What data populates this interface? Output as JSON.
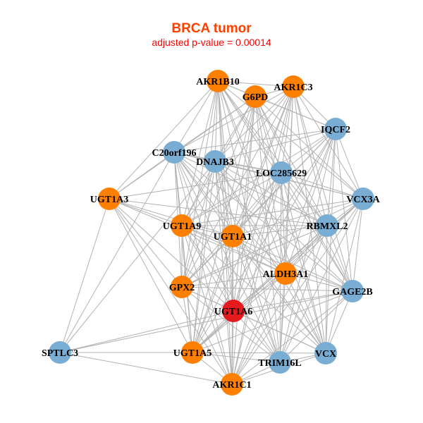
{
  "title": "BRCA tumor",
  "subtitle": "adjusted p-value = 0.00014",
  "colors": {
    "title": "#FF4000",
    "subtitle": "#FF0000",
    "orange": "#FF7F00",
    "blue": "#7AADD3",
    "red": "#E41A1C",
    "edge": "#B3B3B3"
  },
  "nodes": [
    {
      "name": "AKR1B10",
      "group": "orange"
    },
    {
      "name": "G6PD",
      "group": "orange"
    },
    {
      "name": "AKR1C3",
      "group": "orange"
    },
    {
      "name": "IQCF2",
      "group": "blue"
    },
    {
      "name": "C20orf196",
      "group": "blue"
    },
    {
      "name": "DNAJB3",
      "group": "blue"
    },
    {
      "name": "LOC285629",
      "group": "blue"
    },
    {
      "name": "UGT1A3",
      "group": "orange"
    },
    {
      "name": "VCX3A",
      "group": "blue"
    },
    {
      "name": "UGT1A9",
      "group": "orange"
    },
    {
      "name": "RBMXL2",
      "group": "blue"
    },
    {
      "name": "UGT1A1",
      "group": "orange"
    },
    {
      "name": "ALDH3A1",
      "group": "orange"
    },
    {
      "name": "GPX2",
      "group": "orange"
    },
    {
      "name": "GAGE2B",
      "group": "blue"
    },
    {
      "name": "UGT1A6",
      "group": "red"
    },
    {
      "name": "SPTLC3",
      "group": "blue"
    },
    {
      "name": "UGT1A5",
      "group": "orange"
    },
    {
      "name": "TRIM16L",
      "group": "blue"
    },
    {
      "name": "VCX",
      "group": "blue"
    },
    {
      "name": "AKR1C1",
      "group": "orange"
    }
  ],
  "fully_connected_group": [
    "AKR1B10",
    "G6PD",
    "AKR1C3",
    "IQCF2",
    "C20orf196",
    "DNAJB3",
    "LOC285629",
    "VCX3A",
    "UGT1A9",
    "RBMXL2",
    "UGT1A1",
    "ALDH3A1",
    "GPX2",
    "GAGE2B",
    "UGT1A6",
    "UGT1A5",
    "TRIM16L",
    "VCX",
    "AKR1C1"
  ],
  "extra_edges": [
    [
      "UGT1A3",
      "AKR1B10"
    ],
    [
      "UGT1A3",
      "G6PD"
    ],
    [
      "UGT1A3",
      "C20orf196"
    ],
    [
      "UGT1A3",
      "UGT1A9"
    ],
    [
      "UGT1A3",
      "UGT1A1"
    ],
    [
      "UGT1A3",
      "GPX2"
    ],
    [
      "UGT1A3",
      "UGT1A6"
    ],
    [
      "UGT1A3",
      "UGT1A5"
    ],
    [
      "UGT1A3",
      "RBMXL2"
    ],
    [
      "UGT1A3",
      "ALDH3A1"
    ],
    [
      "UGT1A3",
      "SPTLC3"
    ],
    [
      "UGT1A3",
      "AKR1C1"
    ],
    [
      "UGT1A3",
      "LOC285629"
    ],
    [
      "SPTLC3",
      "C20orf196"
    ],
    [
      "SPTLC3",
      "DNAJB3"
    ],
    [
      "SPTLC3",
      "UGT1A6"
    ],
    [
      "SPTLC3",
      "UGT1A5"
    ],
    [
      "SPTLC3",
      "AKR1C1"
    ],
    [
      "SPTLC3",
      "GAGE2B"
    ]
  ]
}
